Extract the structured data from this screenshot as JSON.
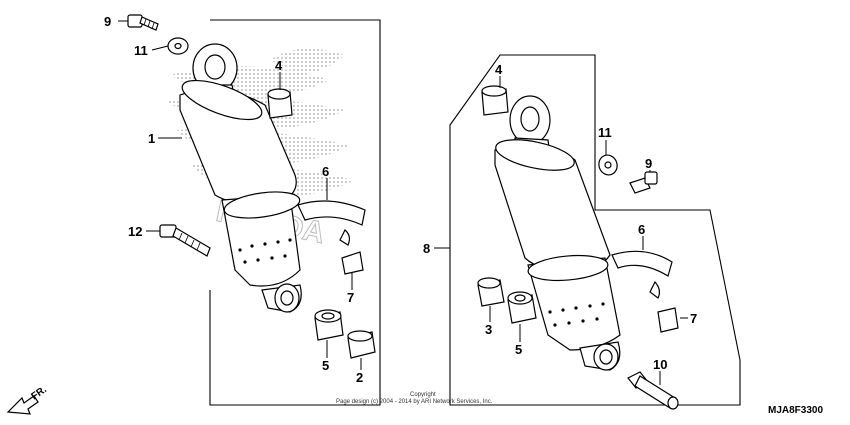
{
  "callouts": {
    "c9a": "9",
    "c11a": "11",
    "c4a": "4",
    "c1": "1",
    "c6a": "6",
    "c12": "12",
    "c7a": "7",
    "c5a": "5",
    "c2": "2",
    "c4b": "4",
    "c11b": "11",
    "c9b": "9",
    "c8": "8",
    "c6b": "6",
    "c3": "3",
    "c5b": "5",
    "c7b": "7",
    "c10": "10"
  },
  "copyright_line1": "Copyright",
  "copyright_line2": "Page design (c) 2004 - 2014 by ARI Network Services, Inc.",
  "diagram_code": "MJA8F3300",
  "direction_label": "FR.",
  "watermark_text": "HONDA"
}
